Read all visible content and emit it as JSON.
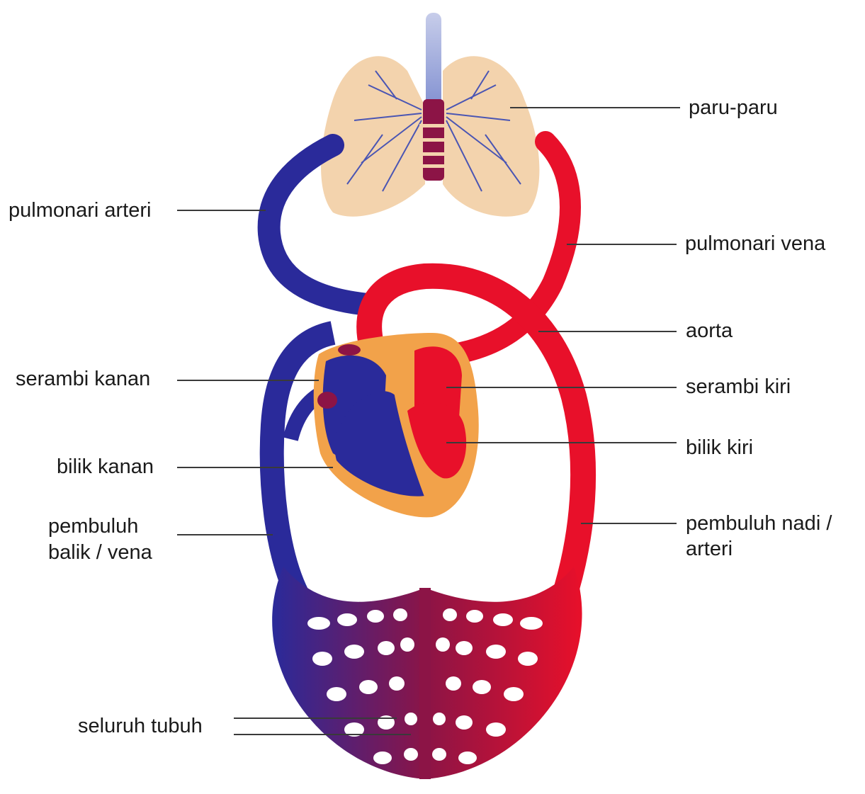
{
  "labels": {
    "paru_paru": "paru-paru",
    "pulmonari_arteri": "pulmonari arteri",
    "pulmonari_vena": "pulmonari vena",
    "aorta": "aorta",
    "serambi_kanan": "serambi kanan",
    "serambi_kiri": "serambi kiri",
    "bilik_kanan": "bilik kanan",
    "bilik_kiri": "bilik kiri",
    "pembuluh_balik_line1": "pembuluh",
    "pembuluh_balik_line2": "balik / vena",
    "pembuluh_nadi_line1": "pembuluh nadi /",
    "pembuluh_nadi_line2": "arteri",
    "seluruh_tubuh": "seluruh tubuh"
  },
  "colors": {
    "deoxygenated": "#2a2a9a",
    "oxygenated": "#e8102a",
    "capillary_mix": "#8c1446",
    "lung_tissue": "#f3d3ad",
    "heart_wall": "#f2a24a",
    "trachea": "#b9c3e6"
  }
}
